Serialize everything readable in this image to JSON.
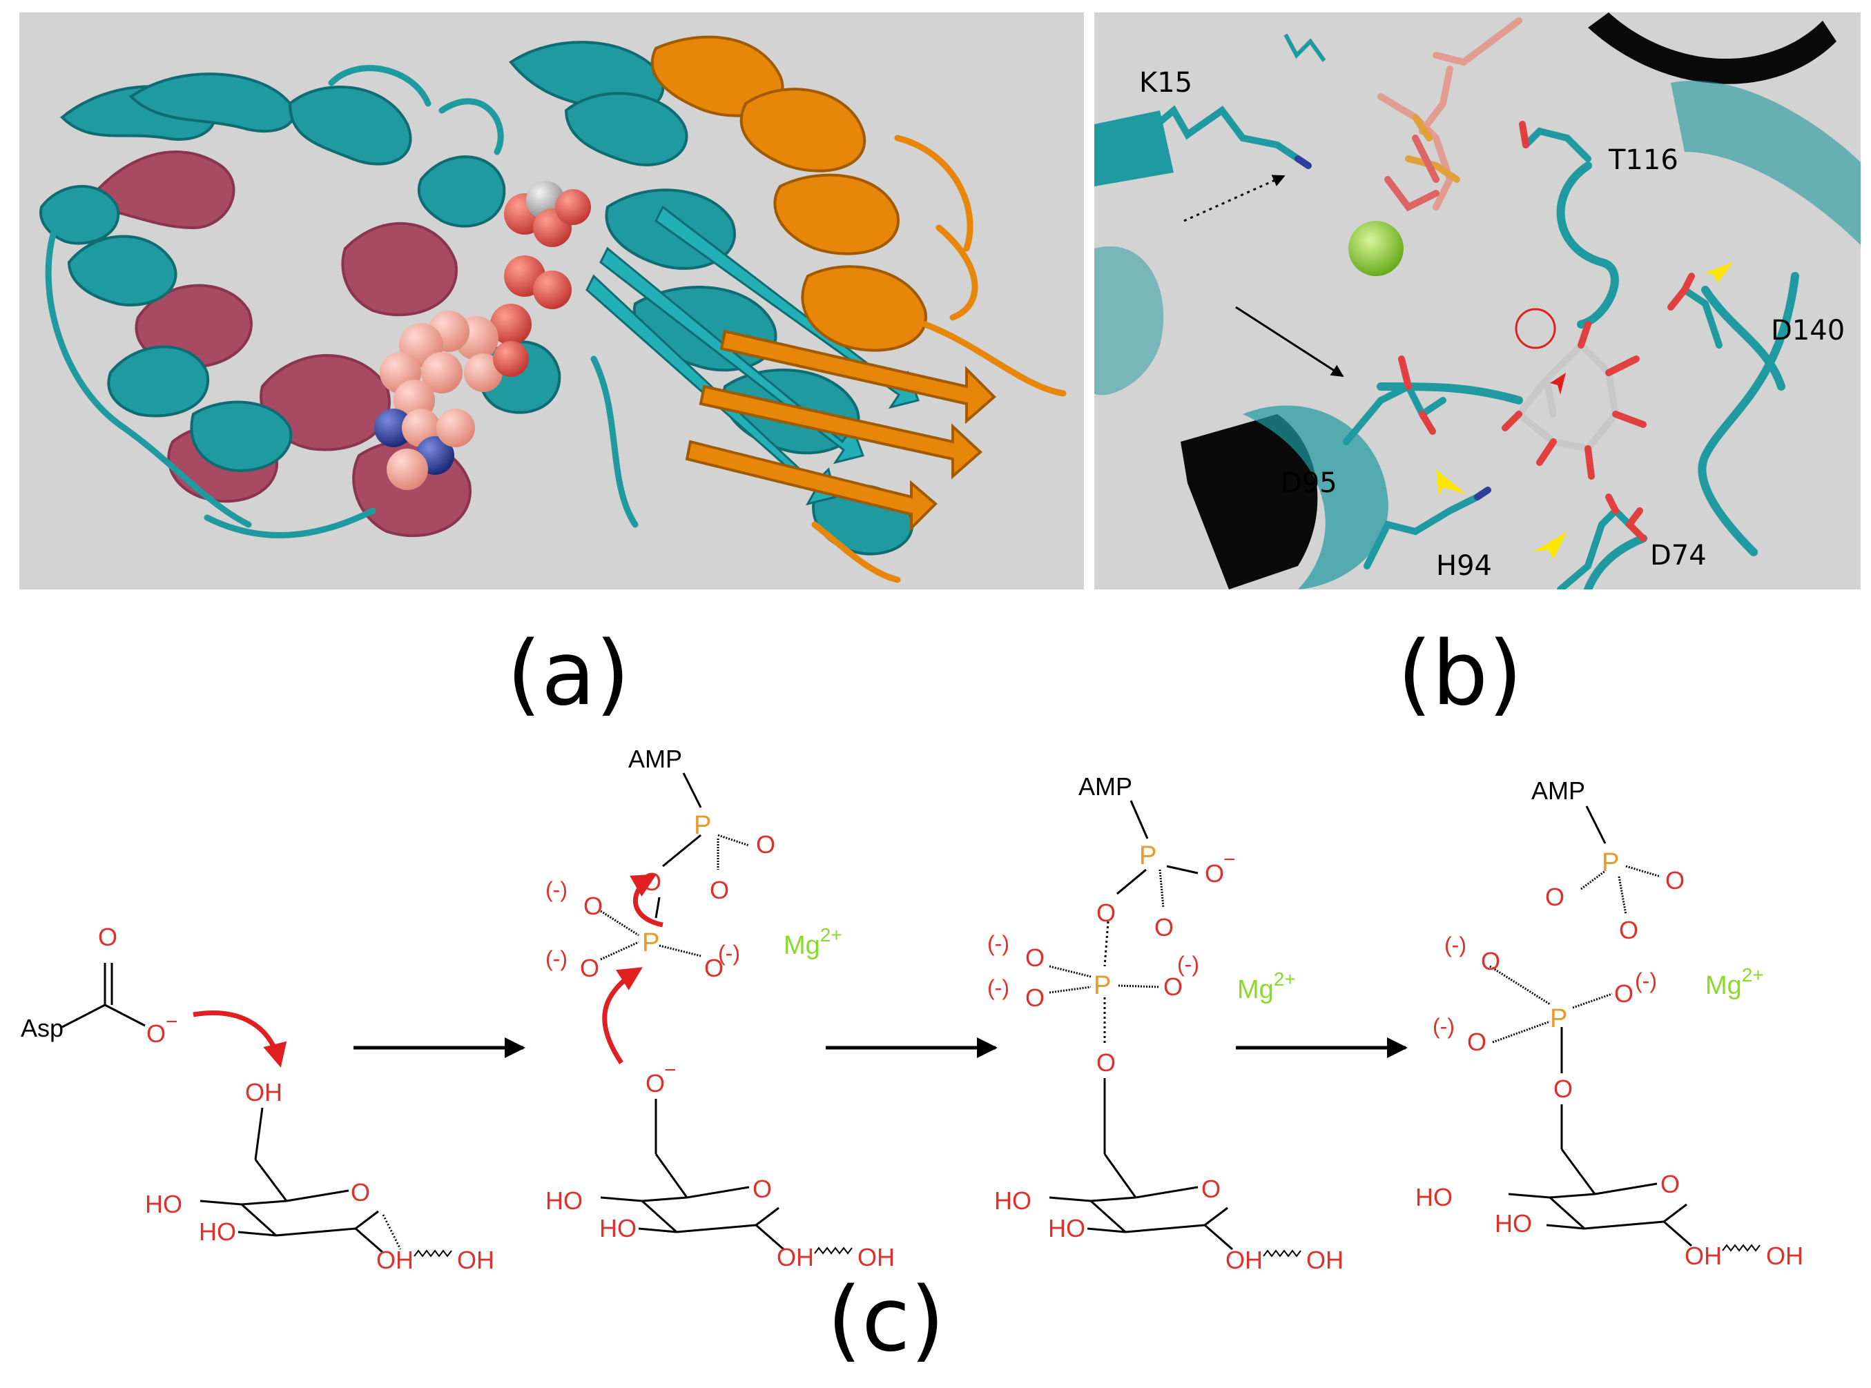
{
  "panel_labels": {
    "a": "(a)",
    "b": "(b)",
    "c": "(c)"
  },
  "panel_b": {
    "residues": {
      "k15": "K15",
      "t116": "T116",
      "d140": "D140",
      "d95": "D95",
      "h94": "H94",
      "d74": "D74"
    }
  },
  "mechanism": {
    "step1": {
      "asp": "Asp",
      "o_minus": "O",
      "minus": "−",
      "oh_top": "OH",
      "ring": {
        "o": "O",
        "ho1": "HO",
        "ho2": "HO",
        "oh1": "OH",
        "oh2": "OH"
      }
    },
    "step2": {
      "amp": "AMP",
      "p1": "P",
      "p2": "P",
      "o": "O",
      "neg": "(-)",
      "mg": "Mg",
      "mg_charge": "2+",
      "o_minus": "O",
      "minus": "−",
      "ring": {
        "o": "O",
        "ho1": "HO",
        "ho2": "HO",
        "oh1": "OH",
        "oh2": "OH"
      }
    },
    "step3": {
      "amp": "AMP",
      "p1": "P",
      "p2": "P",
      "o": "O",
      "neg": "(-)",
      "minus": "−",
      "mg": "Mg",
      "mg_charge": "2+",
      "ring": {
        "o": "O",
        "ho1": "HO",
        "ho2": "HO",
        "oh1": "OH",
        "oh2": "OH"
      }
    },
    "step4": {
      "amp": "AMP",
      "p1": "P",
      "p2": "P",
      "o": "O",
      "neg": "(-)",
      "mg": "Mg",
      "mg_charge": "2+",
      "ring": {
        "o": "O",
        "ho1": "HO",
        "ho2": "HO",
        "oh1": "OH",
        "oh2": "OH"
      }
    }
  },
  "colors": {
    "panel_bg": "#d3d3d3",
    "teal": "#1e9aa0",
    "teal_dark": "#127a80",
    "maroon": "#a84a64",
    "orange": "#e8860a",
    "salmon": "#f0a090",
    "oxygen_red": "#e04040",
    "nitrogen_blue": "#2d3f9a",
    "mg_green": "#7cc42a",
    "phosphorus": "#e8900a",
    "yellow": "#ffe600",
    "text_red": "#e0302a",
    "text_mg": "#8ada2a",
    "text_p": "#e89a2a"
  }
}
